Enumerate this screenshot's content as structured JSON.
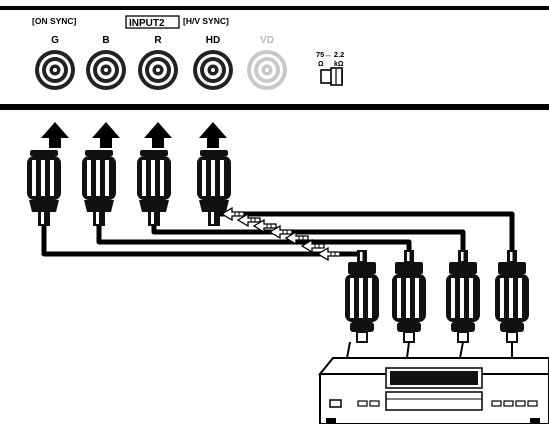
{
  "panel": {
    "on_sync": "[ON SYNC]",
    "input_name": "INPUT2",
    "hv_sync": "[H/V SYNC]",
    "switch_top": "75↔ 2.2",
    "switch_left": "Ω",
    "switch_right": "kΩ",
    "connectors": [
      {
        "label": "G",
        "active": true
      },
      {
        "label": "B",
        "active": true
      },
      {
        "label": "R",
        "active": true
      },
      {
        "label": "HD",
        "active": true
      },
      {
        "label": "VD",
        "active": false
      }
    ]
  }
}
